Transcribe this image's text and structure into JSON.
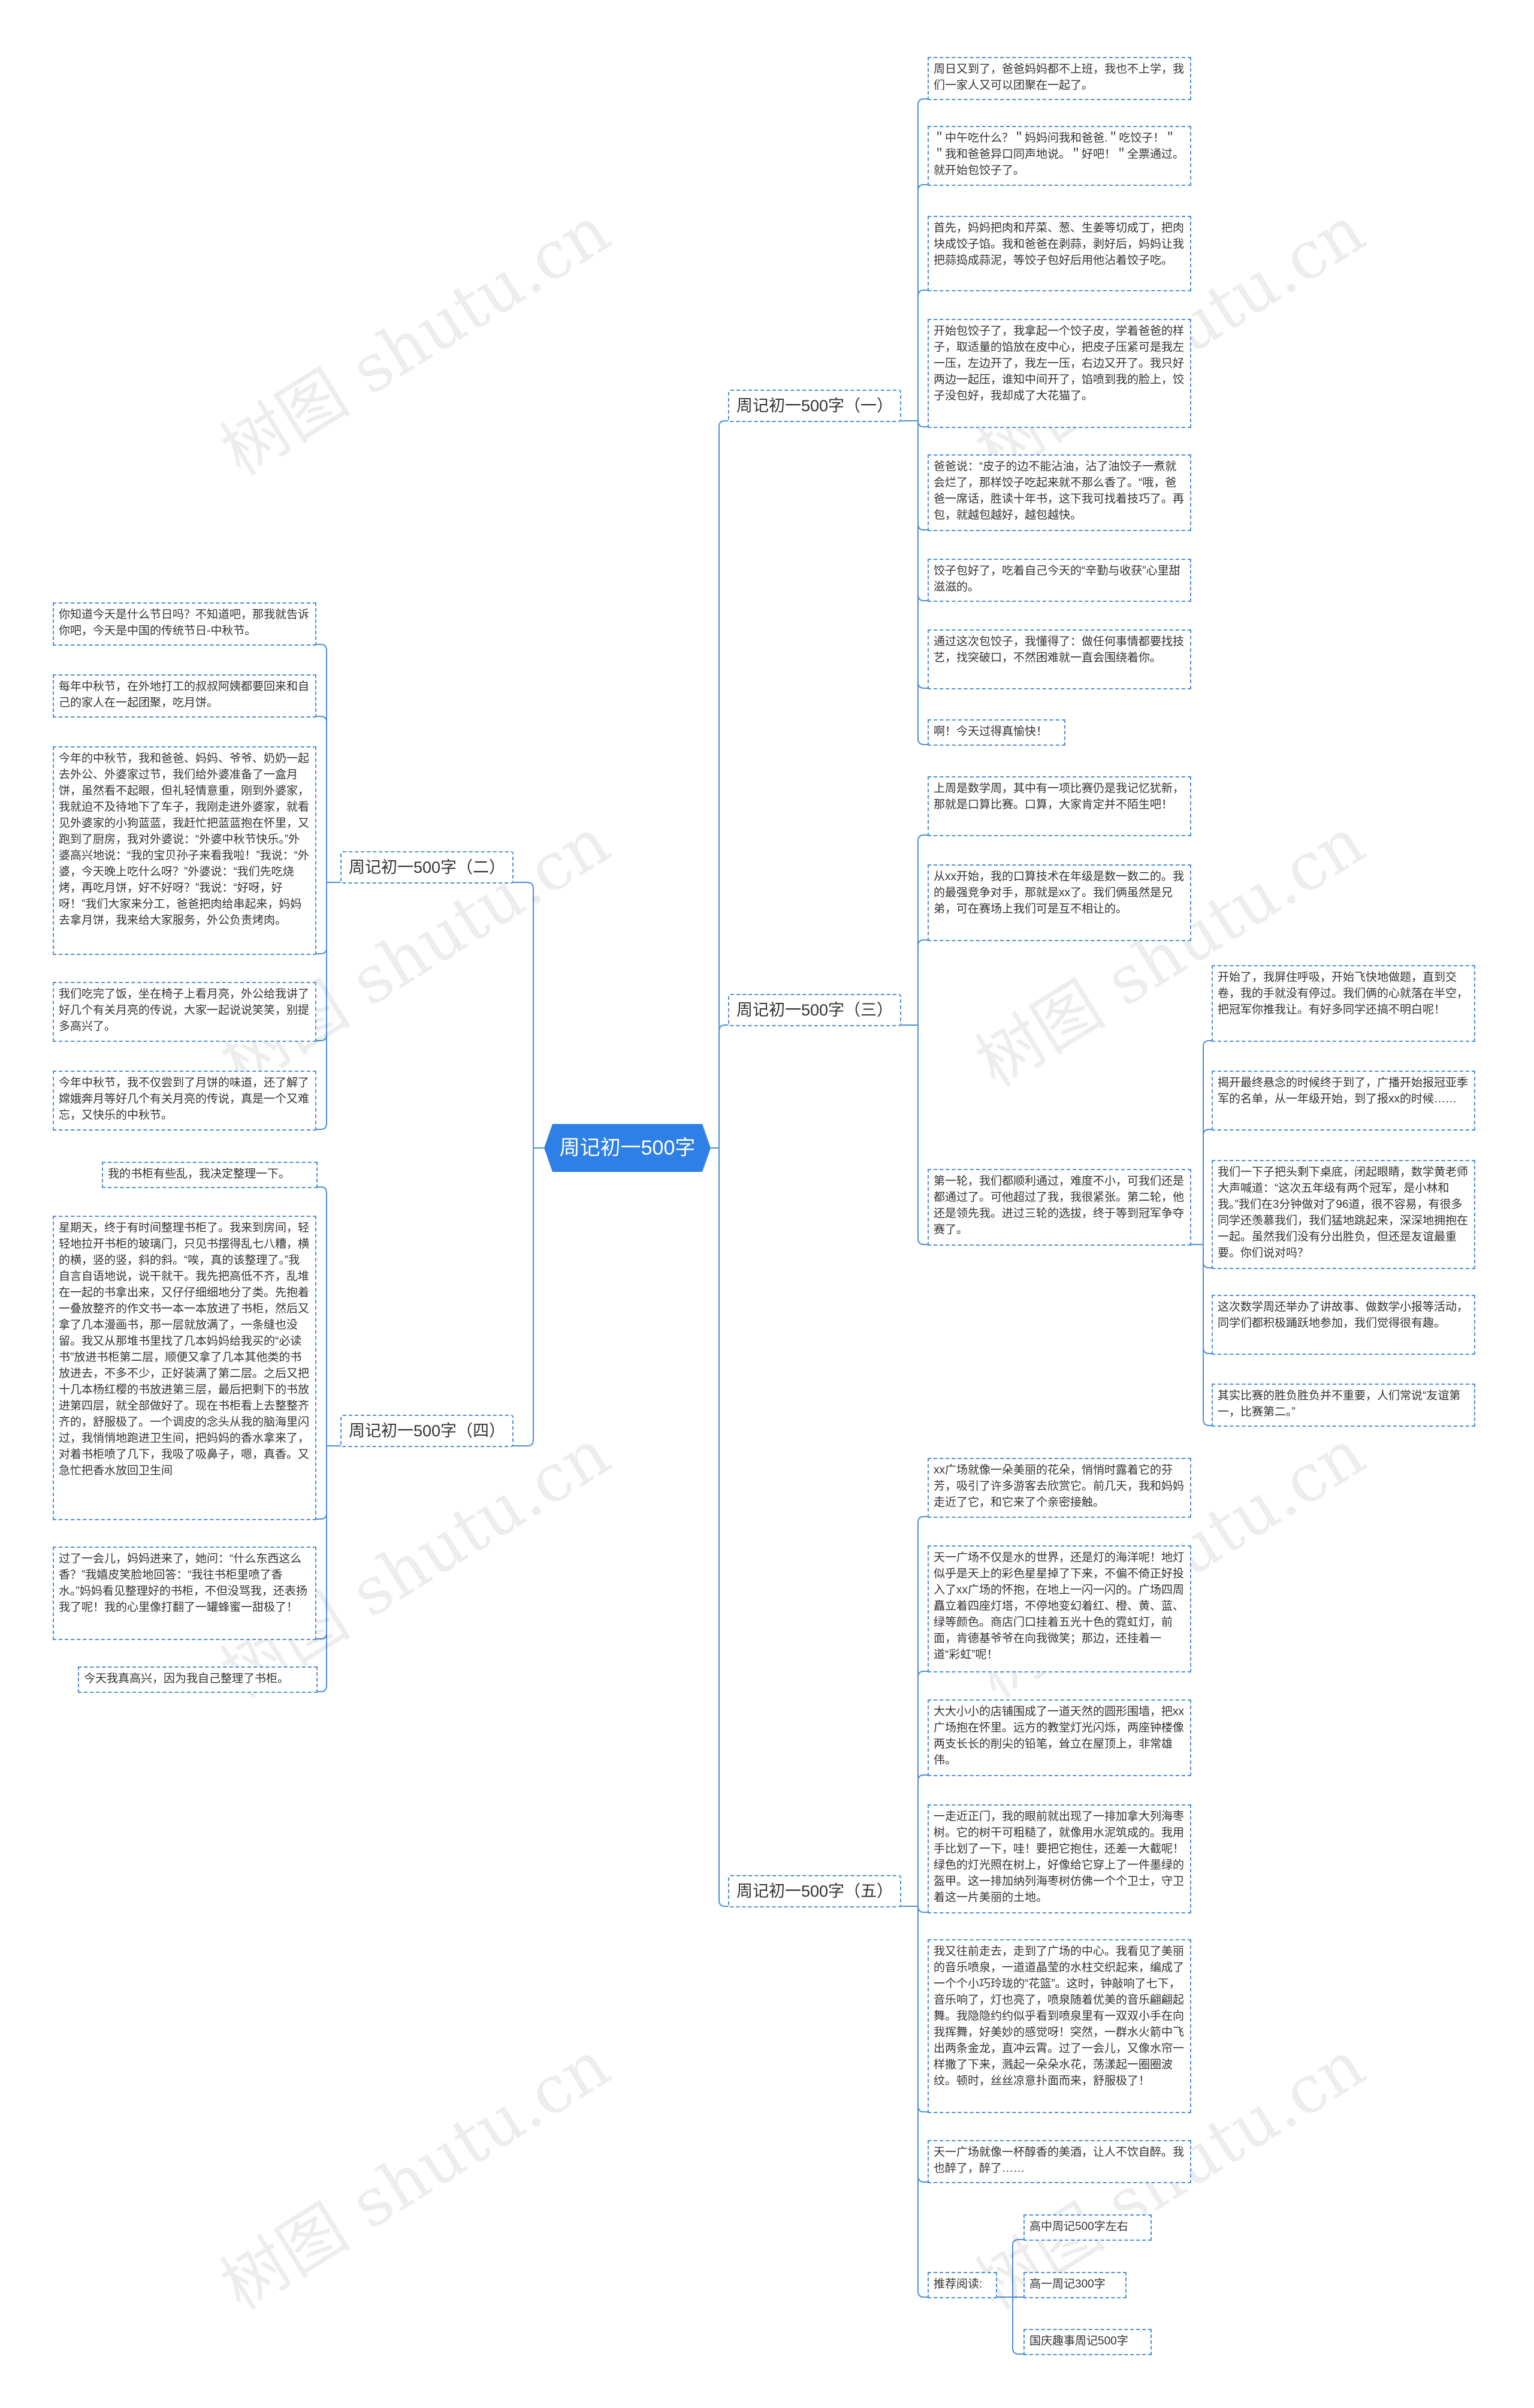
{
  "root": {
    "label": "周记初一500字"
  },
  "watermark": "树图 shutu.cn",
  "colors": {
    "accent": "#2f80e6",
    "border": "#4d8fd6",
    "line": "#4d8fd6"
  },
  "branches": [
    {
      "label": "周记初一500字（一）",
      "leaves": [
        "周日又到了，爸爸妈妈都不上班，我也不上学，我们一家人又可以团聚在一起了。",
        "＂中午吃什么？＂妈妈问我和爸爸.＂吃饺子！＂＂我和爸爸异口同声地说。＂好吧！＂全票通过。就开始包饺子了。",
        "首先，妈妈把肉和芹菜、葱、生姜等切成丁，把肉块成饺子馅。我和爸爸在剥蒜，剥好后，妈妈让我把蒜捣成蒜泥，等饺子包好后用他沾着饺子吃。",
        "开始包饺子了，我拿起一个饺子皮，学着爸爸的样子，取适量的馅放在皮中心，把皮子压紧可是我左一压，左边开了，我左一压，右边又开了。我只好两边一起压，谁知中间开了，馅喷到我的脸上，饺子没包好，我却成了大花猫了。",
        "爸爸说：“皮子的边不能沾油，沾了油饺子一煮就会烂了，那样饺子吃起来就不那么香了。“哦，爸爸一席话，胜读十年书，这下我可找着技巧了。再包，就越包越好，越包越快。",
        "饺子包好了，吃着自己今天的“辛勤与收获”心里甜滋滋的。",
        "通过这次包饺子，我懂得了：做任何事情都要找技艺，找突破口，不然困难就一直会围绕着你。",
        "啊！今天过得真愉快！"
      ]
    },
    {
      "label": "周记初一500字（二）",
      "leaves": [
        "你知道今天是什么节日吗？不知道吧，那我就告诉你吧，今天是中国的传统节日-中秋节。",
        "每年中秋节，在外地打工的叔叔阿姨都要回来和自己的家人在一起团聚，吃月饼。",
        "今年的中秋节，我和爸爸、妈妈、爷爷、奶奶一起去外公、外婆家过节，我们给外婆准备了一盒月饼，虽然看不起眼，但礼轻情意重，刚到外婆家，我就迫不及待地下了车子，我刚走进外婆家，就看见外婆家的小狗蓝蓝，我赶忙把蓝蓝抱在怀里，又跑到了厨房，我对外婆说：“外婆中秋节快乐。”外婆高兴地说：“我的宝贝孙子来看我啦！”我说：“外婆，今天晚上吃什么呀？”外婆说：“我们先吃烧烤，再吃月饼，好不好呀？”我说：“好呀，好呀！”我们大家来分工，爸爸把肉给串起来，妈妈去拿月饼，我来给大家服务，外公负责烤肉。",
        "我们吃完了饭，坐在椅子上看月亮，外公给我讲了好几个有关月亮的传说，大家一起说说笑笑，别提多高兴了。",
        "今年中秋节，我不仅尝到了月饼的味道，还了解了嫦娥奔月等好几个有关月亮的传说，真是一个又难忘，又快乐的中秋节。"
      ]
    },
    {
      "label": "周记初一500字（三）",
      "leaves": [
        "上周是数学周，其中有一项比赛仍是我记忆犹新，那就是口算比赛。口算，大家肯定并不陌生吧！",
        "从xx开始，我的口算技术在年级是数一数二的。我的最强竞争对手，那就是xx了。我们俩虽然是兄弟，可在赛场上我们可是互不相让的。",
        "第一轮，我们都顺利通过，难度不小，可我们还是都通过了。可他超过了我，我很紧张。第二轮，他还是领先我。进过三轮的选拔，终于等到冠军争夺赛了。"
      ],
      "subleaves": [
        "开始了，我屏住呼吸，开始飞快地做题，直到交卷，我的手就没有停过。我们俩的心就落在半空，把冠军你推我让。有好多同学还搞不明白呢！",
        "揭开最终悬念的时候终于到了，广播开始报冠亚季军的名单，从一年级开始，到了报xx的时候……",
        "我们一下子把头剩下桌底，闭起眼睛，数学黄老师大声喊道：“这次五年级有两个冠军，是小林和我。”我们在3分钟做对了96道，很不容易，有很多同学还羡慕我们，我们猛地跳起来，深深地拥抱在一起。虽然我们没有分出胜负，但还是友谊最重要。你们说对吗？",
        "这次数学周还举办了讲故事、做数学小报等活动，同学们都积极踊跃地参加，我们觉得很有趣。",
        "其实比赛的胜负胜负并不重要，人们常说“友谊第一，比赛第二。”"
      ]
    },
    {
      "label": "周记初一500字（四）",
      "leaves": [
        "我的书柜有些乱，我决定整理一下。",
        "星期天，终于有时间整理书柜了。我来到房间，轻轻地拉开书柜的玻璃门，只见书摆得乱七八糟，横的横，竖的竖，斜的斜。“唉，真的该整理了。”我自言自语地说，说干就干。我先把高低不齐，乱堆在一起的书拿出来，又仔仔细细地分了类。先抱着一叠放整齐的作文书一本一本放进了书柜，然后又拿了几本漫画书，那一层就放满了，一条缝也没留。我又从那堆书里找了几本妈妈给我买的“必读书”放进书柜第二层，顺便又拿了几本其他类的书放进去，不多不少，正好装满了第二层。之后又把十几本杨红樱的书放进第三层，最后把剩下的书放进第四层，就全部做好了。现在书柜看上去整整齐齐的，舒服极了。一个调皮的念头从我的脑海里闪过，我悄悄地跑进卫生间，把妈妈的香水拿来了，对着书柜喷了几下，我吸了吸鼻子，嗯，真香。又急忙把香水放回卫生间",
        "过了一会儿，妈妈进来了，她问：“什么东西这么香？”我嬉皮笑脸地回答：“我往书柜里喷了香水。”妈妈看见整理好的书柜，不但没骂我，还表扬我了呢！我的心里像打翻了一罐蜂蜜一甜极了！",
        "今天我真高兴，因为我自己整理了书柜。"
      ]
    },
    {
      "label": "周记初一500字（五）",
      "leaves": [
        "xx广场就像一朵美丽的花朵，悄悄时露着它的芬芳，吸引了许多游客去欣赏它。前几天，我和妈妈走近了它，和它来了个亲密接触。",
        "天一广场不仅是水的世界，还是灯的海洋呢！地灯似乎是天上的彩色星星掉了下来，不偏不倚正好投入了xx广场的怀抱，在地上一闪一闪的。广场四周矗立着四座灯塔，不停地变幻着红、橙、黄、蓝、绿等颜色。商店门口挂着五光十色的霓虹灯，前面，肯德基爷爷在向我微笑；那边，还挂着一道“彩虹”呢！",
        "大大小小的店铺围成了一道天然的圆形围墙，把xx广场抱在怀里。远方的教堂灯光闪烁，两座钟楼像两支长长的削尖的铅笔，耸立在屋顶上，非常雄伟。",
        "一走近正门，我的眼前就出现了一排加拿大列海枣树。它的树干可粗糙了，就像用水泥筑成的。我用手比划了一下，哇！要把它抱住，还差一大截呢！绿色的灯光照在树上，好像给它穿上了一件墨绿的盔甲。这一排加纳列海枣树仿佛一个个卫士，守卫着这一片美丽的土地。",
        "我又往前走去，走到了广场的中心。我看见了美丽的音乐喷泉，一道道晶莹的水柱交织起来，编成了一个个小巧玲珑的“花篮”。这时，钟敲响了七下，音乐响了，灯也亮了，喷泉随着优美的音乐翩翩起舞。我隐隐约约似乎看到喷泉里有一双双小手在向我挥舞，好美妙的感觉呀！突然，一群水火箭中飞出两条金龙，直冲云霄。过了一会儿，又像水帘一样撒了下来，溅起一朵朵水花，荡漾起一圈圈波纹。顿时，丝丝凉意扑面而来，舒服极了！",
        "天一广场就像一杯醇香的美酒，让人不饮自醉。我也醉了，醉了……"
      ],
      "recommend": {
        "label": "推荐阅读:",
        "items": [
          "高中周记500字左右",
          "高一周记300字",
          "国庆趣事周记500字"
        ]
      }
    }
  ]
}
